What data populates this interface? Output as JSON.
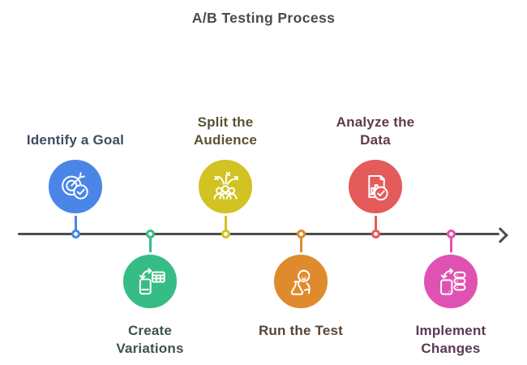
{
  "title": "A/B Testing Process",
  "timeline": {
    "line_color": "#4d4d4d",
    "arrow_icon": "right-arrow-icon"
  },
  "steps": [
    {
      "label": "Identify a Goal",
      "lines": [
        "Identify a Goal"
      ],
      "side": "above",
      "circle_color": "#4a86e8",
      "label_color": "#3f4d62",
      "icon": "target-dart-check-icon"
    },
    {
      "label": "Create Variations",
      "lines": [
        "Create",
        "Variations"
      ],
      "side": "below",
      "circle_color": "#35bd85",
      "label_color": "#3e5349",
      "icon": "device-grid-swap-icon"
    },
    {
      "label": "Split the Audience",
      "lines": [
        "Split the",
        "Audience"
      ],
      "side": "above",
      "circle_color": "#d2c222",
      "label_color": "#585231",
      "icon": "audience-split-icon"
    },
    {
      "label": "Run the Test",
      "lines": [
        "Run the Test"
      ],
      "side": "below",
      "circle_color": "#e08a2e",
      "label_color": "#584434",
      "icon": "scientist-flask-icon"
    },
    {
      "label": "Analyze the Data",
      "lines": [
        "Analyze the",
        "Data"
      ],
      "side": "above",
      "circle_color": "#e45b5b",
      "label_color": "#613a42",
      "icon": "report-chart-check-icon"
    },
    {
      "label": "Implement Changes",
      "lines": [
        "Implement",
        "Changes"
      ],
      "side": "below",
      "circle_color": "#df52b2",
      "label_color": "#593a52",
      "icon": "device-database-swap-icon"
    }
  ]
}
